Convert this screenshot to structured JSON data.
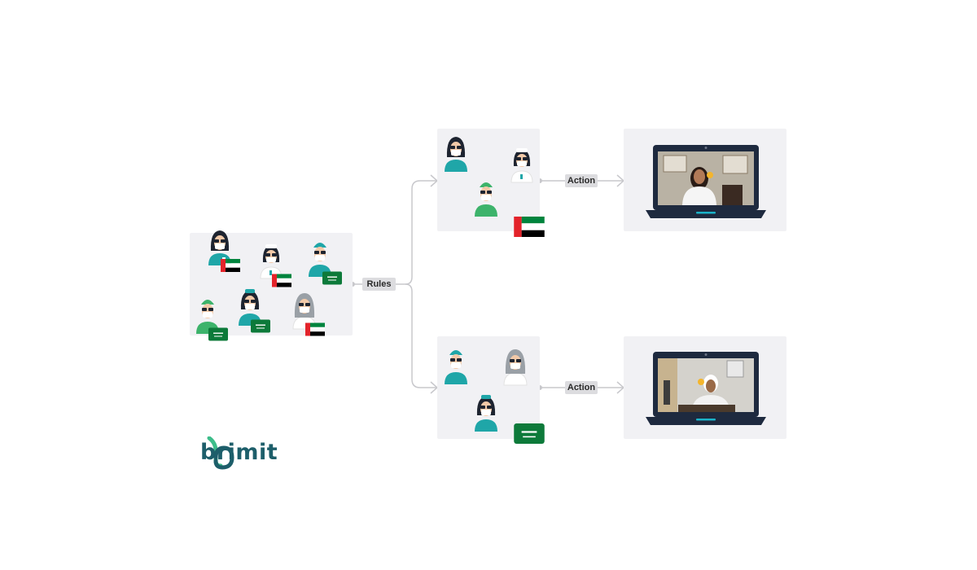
{
  "labels": {
    "rules": "Rules",
    "action_top": "Action",
    "action_bottom": "Action"
  },
  "brand": {
    "name": "brimit",
    "color": "#1d5e6a",
    "accent": "#3dbd8a"
  },
  "colors": {
    "panel": "#f1f1f4",
    "connector": "#c8c8cc",
    "label_bg": "#dcdcdf",
    "teal_scrubs": "#1fa6a8",
    "green_scrubs": "#3db36b",
    "laptop": "#1e2a3f",
    "laptop_accent": "#1bb3c9"
  },
  "groups": {
    "source": [
      "doctor-uae",
      "nurse-uae",
      "surgeon-ksa",
      "surgeon-ksa",
      "doctor-ksa",
      "senior-doctor-uae"
    ],
    "target_top": {
      "flag": "uae-flag-icon",
      "people": [
        "doctor",
        "nurse",
        "surgeon"
      ]
    },
    "target_bottom": {
      "flag": "saudi-flag-icon",
      "people": [
        "surgeon",
        "senior-doctor",
        "doctor"
      ]
    }
  }
}
